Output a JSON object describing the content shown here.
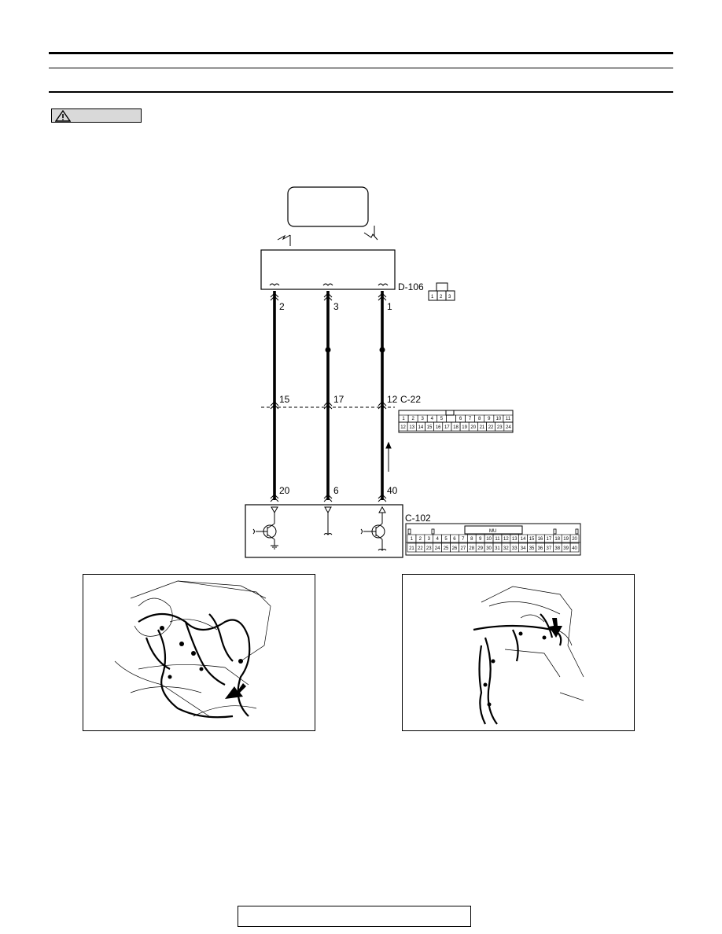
{
  "diagram": {
    "upper_connector": "D-106",
    "upper_pins": [
      "2",
      "3",
      "1"
    ],
    "middle_connector": "C-22",
    "middle_pins": [
      "15",
      "17",
      "12"
    ],
    "lower_connector": "C-102",
    "lower_pins": [
      "20",
      "6",
      "40"
    ],
    "d106_face": [
      "1",
      "2",
      "3"
    ],
    "c22_face_top": [
      "1",
      "2",
      "3",
      "4",
      "5",
      "",
      "6",
      "7",
      "8",
      "9",
      "10",
      "11"
    ],
    "c22_face_bottom": [
      "12",
      "13",
      "14",
      "15",
      "16",
      "17",
      "18",
      "19",
      "20",
      "21",
      "22",
      "23",
      "24"
    ],
    "c102_face_top": [
      "1",
      "2",
      "3",
      "4",
      "5",
      "6",
      "7",
      "8",
      "9",
      "10",
      "11",
      "12",
      "13",
      "14",
      "15",
      "16",
      "17",
      "18",
      "19",
      "20"
    ],
    "c102_face_bottom": [
      "21",
      "22",
      "23",
      "24",
      "25",
      "26",
      "27",
      "28",
      "29",
      "30",
      "31",
      "32",
      "33",
      "34",
      "35",
      "36",
      "37",
      "38",
      "39",
      "40"
    ],
    "c102_tab_label": "MU"
  },
  "icons": {
    "caution": "warning-triangle-icon",
    "locator_arrow": "black-arrow-icon"
  }
}
